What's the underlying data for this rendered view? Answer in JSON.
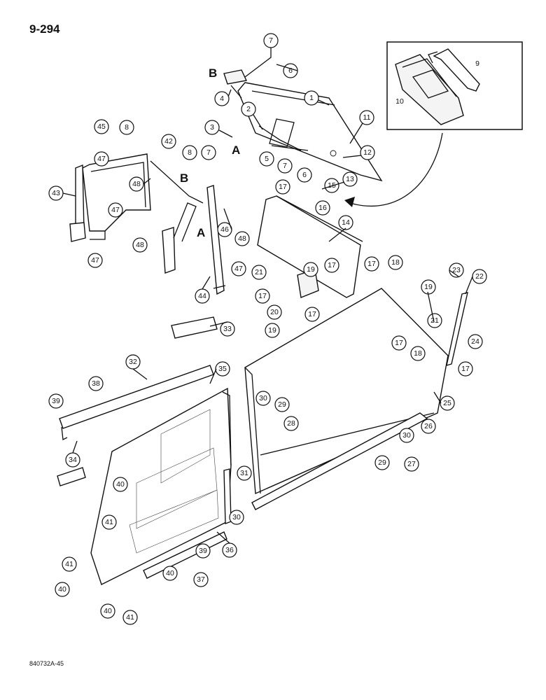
{
  "page": {
    "number": "9-294",
    "footer": "840732A-45"
  },
  "ref_letters": [
    "A",
    "B",
    "A",
    "B"
  ],
  "callouts": [
    "1",
    "2",
    "3",
    "4",
    "5",
    "6",
    "7",
    "6",
    "7",
    "8",
    "7",
    "8",
    "45",
    "47",
    "42",
    "43",
    "48",
    "47",
    "48",
    "47",
    "46",
    "48",
    "47",
    "44",
    "9",
    "10",
    "11",
    "12",
    "13",
    "17",
    "15",
    "16",
    "14",
    "17",
    "17",
    "18",
    "19",
    "21",
    "17",
    "20",
    "17",
    "19",
    "23",
    "22",
    "19",
    "21",
    "24",
    "17",
    "18",
    "17",
    "25",
    "26",
    "27",
    "29",
    "30",
    "33",
    "32",
    "38",
    "39",
    "35",
    "34",
    "30",
    "29",
    "28",
    "31",
    "30",
    "40",
    "41",
    "36",
    "39",
    "40",
    "37",
    "41",
    "40",
    "40",
    "41"
  ]
}
